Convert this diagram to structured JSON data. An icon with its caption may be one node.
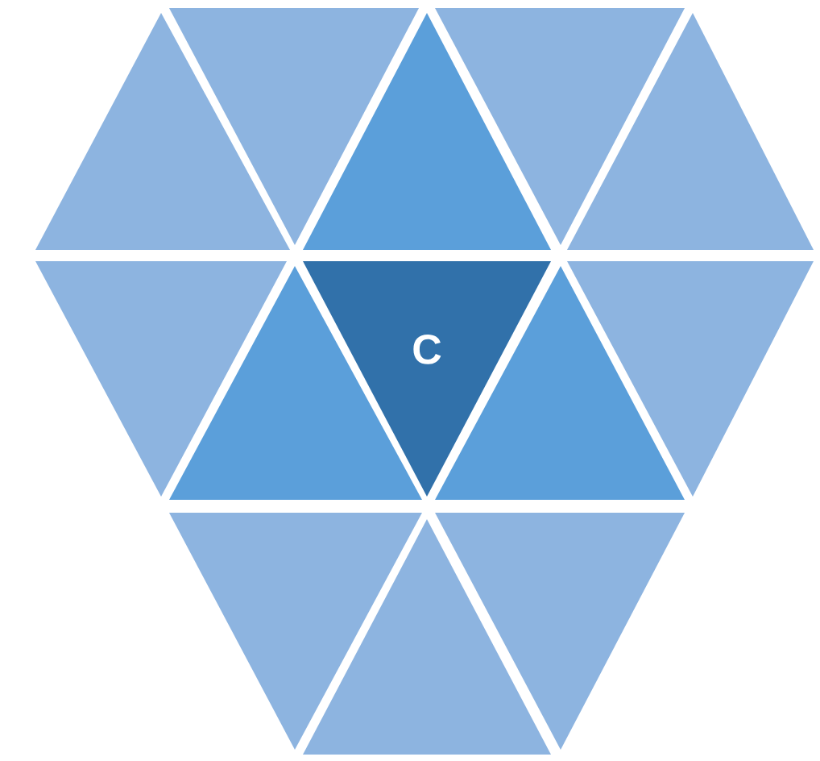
{
  "diagram": {
    "nodes": [
      {
        "text": [],
        "shape": "triangle"
      },
      {
        "text": [],
        "shape": "triangle"
      },
      {
        "text": [],
        "shape": "triangle"
      },
      {
        "text": [],
        "shape": "triangle"
      },
      {
        "text": [],
        "shape": "triangle"
      },
      {
        "text": [],
        "shape": "triangle"
      },
      {
        "text": [],
        "shape": "triangle"
      },
      {
        "text": [
          "C"
        ]
      },
      {
        "text": [],
        "shape": "triangle"
      },
      {
        "text": [],
        "shape": "triangle"
      },
      {
        "text": [],
        "shape": "triangle"
      },
      {
        "text": [],
        "shape": "triangle"
      },
      {
        "text": [],
        "shape": "triangle"
      }
    ]
  }
}
